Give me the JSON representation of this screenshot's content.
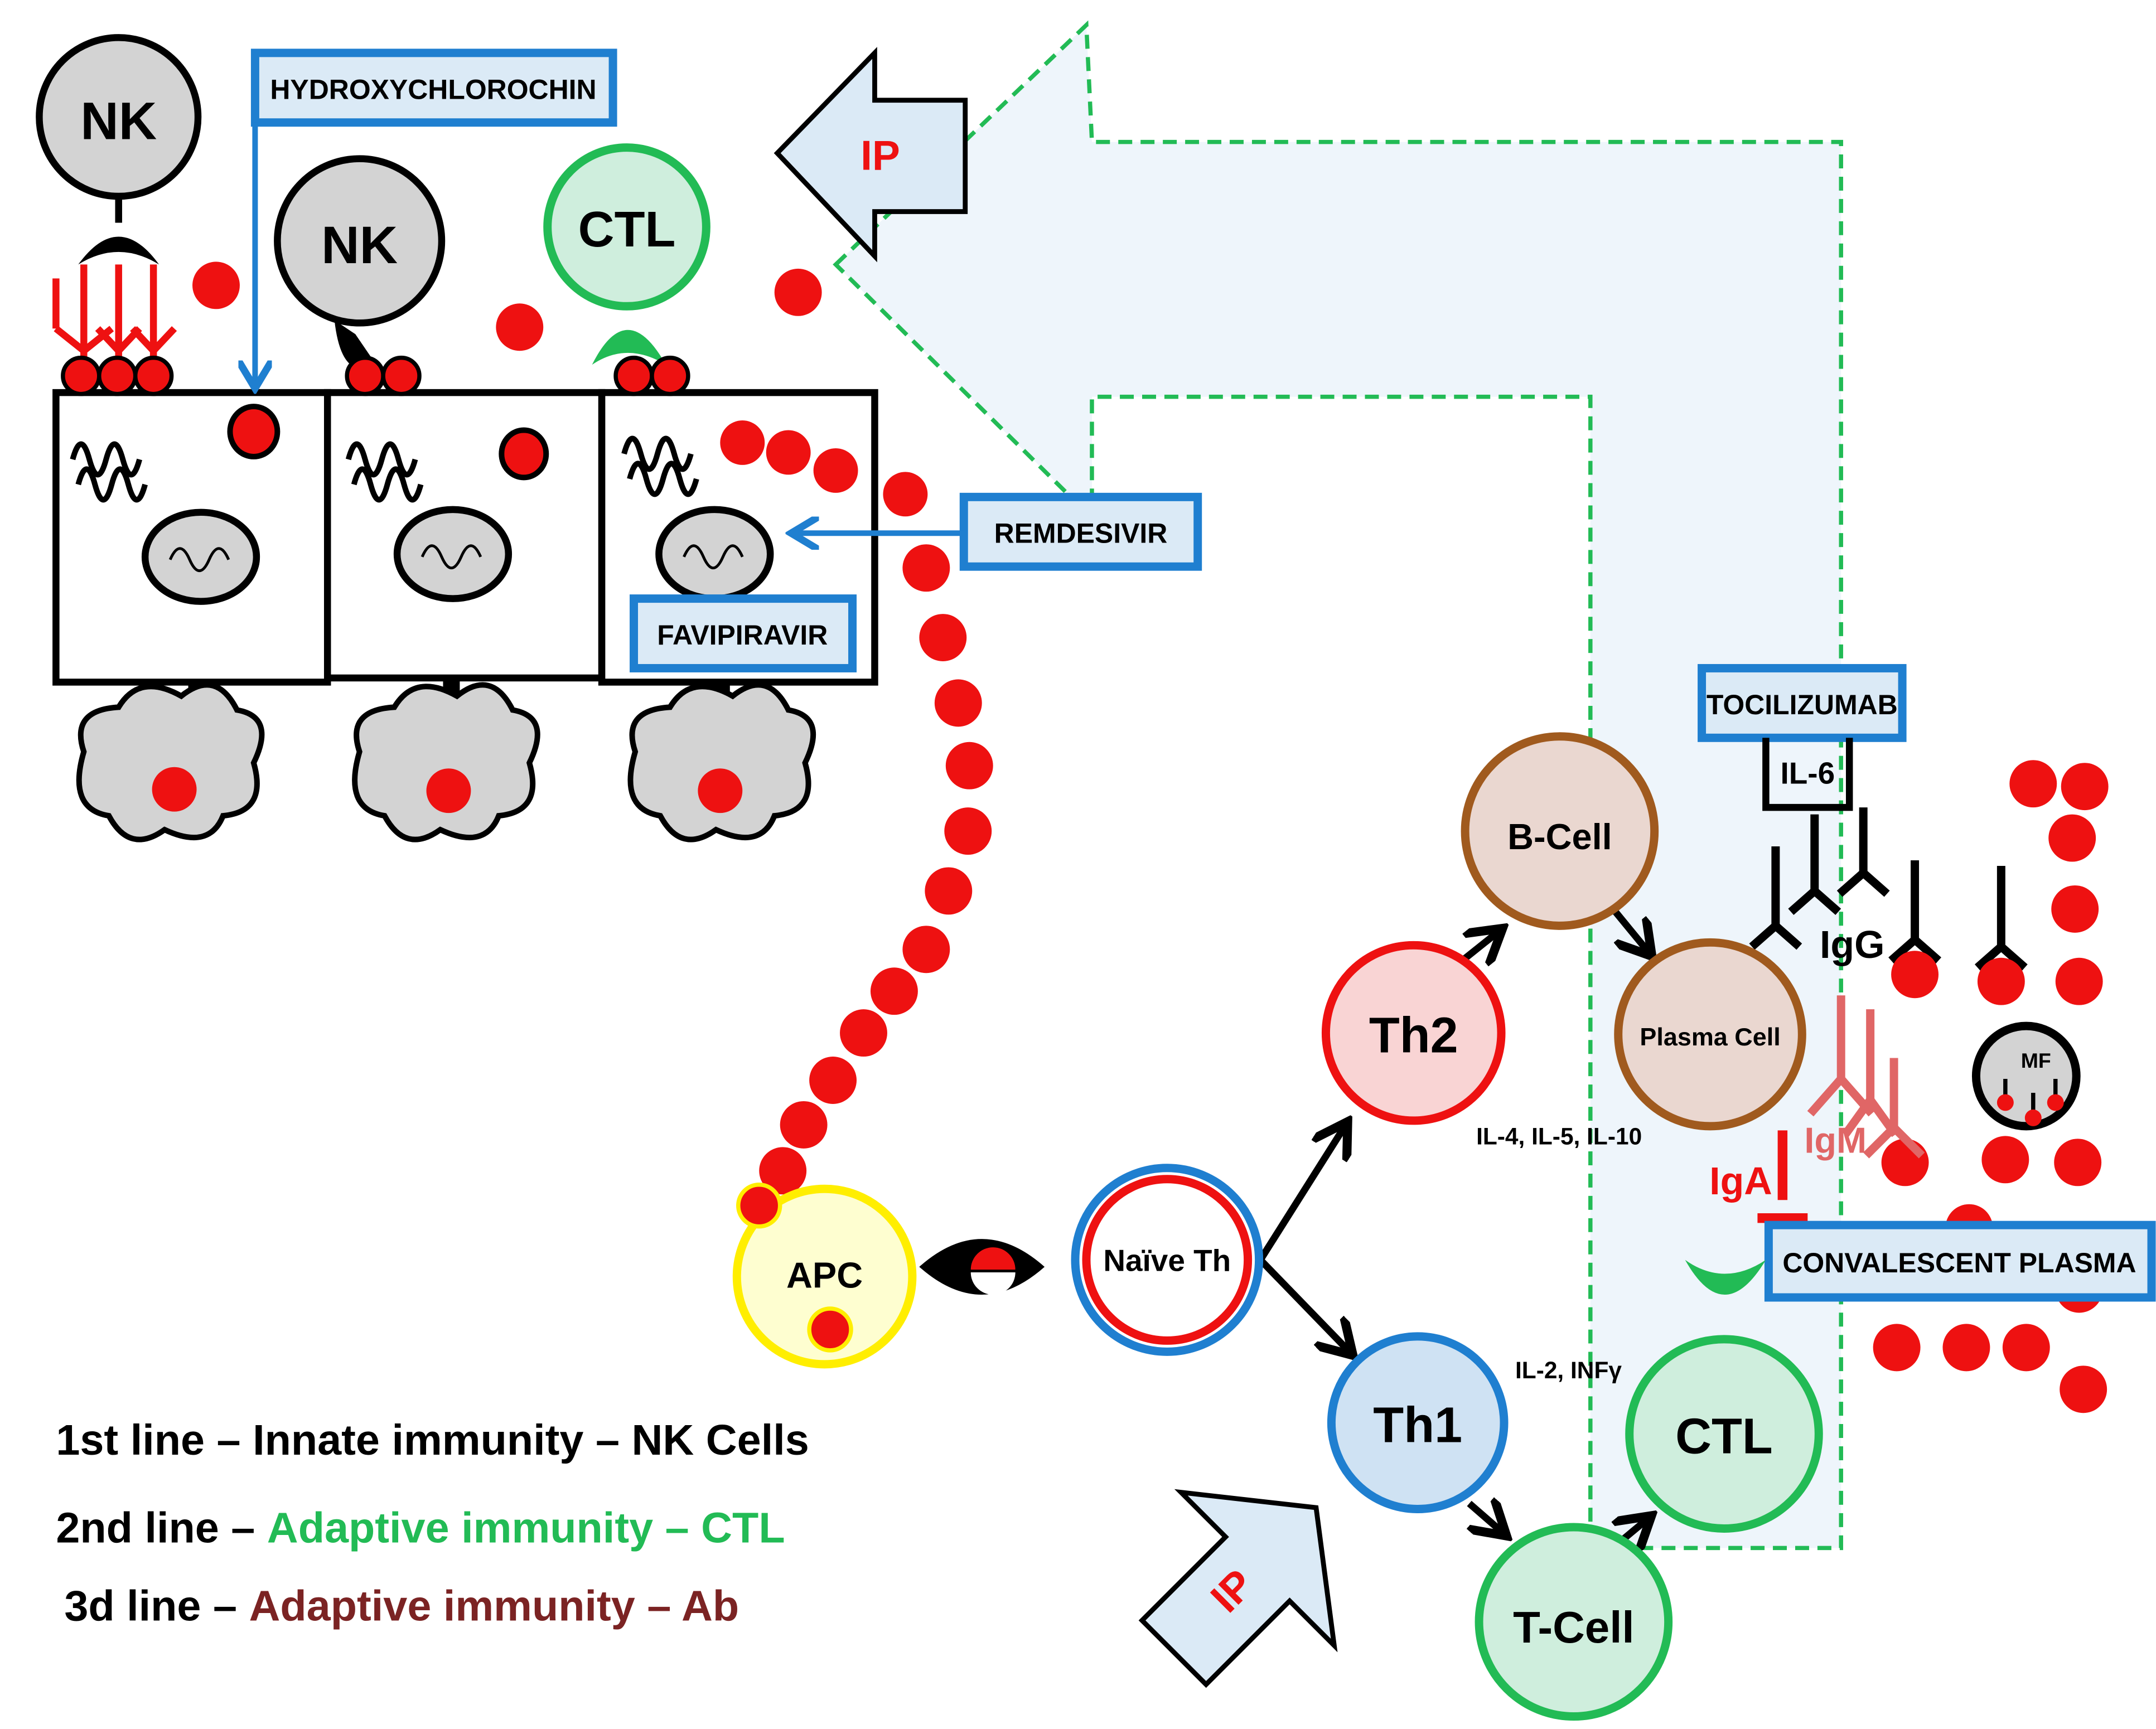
{
  "cells": {
    "nk": "NK",
    "ctl": "CTL",
    "apc": "APC",
    "naive_th": "Naïve Th",
    "th2": "Th2",
    "th1": "Th1",
    "b_cell": "B-Cell",
    "plasma_cell": "Plasma Cell",
    "t_cell": "T-Cell",
    "mf": "MF"
  },
  "drugs": {
    "hydroxychlorochin": "HYDROXYCHLOROCHIN",
    "remdesivir": "REMDESIVIR",
    "favipiravir": "FAVIPIRAVIR",
    "tocilizumab": "TOCILIZUMAB",
    "convalescent_plasma": "CONVALESCENT PLASMA"
  },
  "labels": {
    "ip": "IP",
    "il6": "IL-6",
    "igg": "IgG",
    "igm": "IgM",
    "iga": "IgA",
    "th2_cytokines": "IL-4, IL-5, IL-10",
    "th1_cytokines": "IL-2, INFγ"
  },
  "legend": {
    "line1": "1st line – Innate immunity – NK Cells",
    "line2_prefix": "2nd line – ",
    "line2_colored": "Adaptive immunity – CTL",
    "line3_prefix": "3d line – ",
    "line3_colored": "Adaptive immunity – Ab"
  },
  "colors": {
    "virus": "#ee1111",
    "drug_border": "#1f7fd0",
    "drug_fill": "#dbeaf6",
    "ctl_green": "#22bb55",
    "brown": "#a05a1e",
    "legend_green": "#22bb55",
    "legend_brown": "#7b2323"
  }
}
